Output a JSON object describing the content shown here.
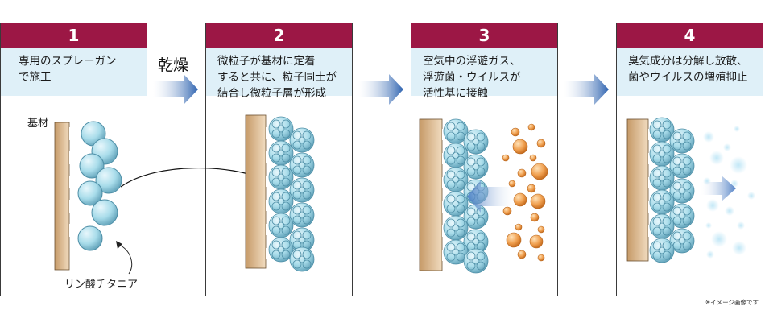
{
  "steps": [
    {
      "number": "1",
      "lines": [
        "専用のスプレーガン",
        "で施工"
      ]
    },
    {
      "number": "2",
      "lines": [
        "微粒子が基材に定着",
        "すると共に、粒子同士が",
        "結合し微粒子層が形成"
      ]
    },
    {
      "number": "3",
      "lines": [
        "空気中の浮遊ガス、",
        "浮遊菌・ウイルスが",
        "活性基に接触"
      ]
    },
    {
      "number": "4",
      "lines": [
        "臭気成分は分解し放散、",
        "菌やウイルスの増殖抑止"
      ]
    }
  ],
  "transition_label": "乾燥",
  "substrate_label": "基材",
  "material_label": "リン酸チタニア",
  "footnote": "※イメージ画像です",
  "colors": {
    "header": "#9c1745",
    "desc_bg": "#dff0f8",
    "substrate": "#d9b78c",
    "particle": "#a8dcea",
    "orange": "#f0a050",
    "arrow_blue": "#2e63b0"
  }
}
